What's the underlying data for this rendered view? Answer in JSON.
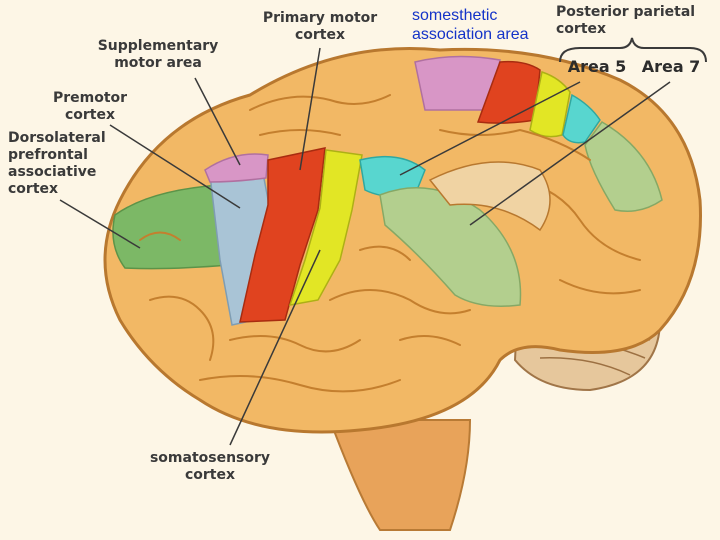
{
  "labels": {
    "primary_motor": "Primary motor\ncortex",
    "somesthetic": "somesthetic\nassociation area",
    "posterior_parietal": "Posterior parietal\ncortex",
    "supplementary": "Supplementary\nmotor area",
    "premotor": "Premotor\ncortex",
    "dorsolateral": "Dorsolateral\nprefrontal\nassociative\ncortex",
    "area5": "Area 5",
    "area7": "Area 7",
    "somatosensory": "somatosensory\ncortex"
  },
  "colors": {
    "brain": "#f2b865",
    "gyrus_line": "#c47f2e",
    "prefrontal": "#7cb866",
    "premotor": "#a9c4d6",
    "supplementary": "#d896c6",
    "primary_motor": "#e0431f",
    "somatosensory": "#e2e625",
    "somesthetic": "#58d6cf",
    "posterior_parietal": "#b3cf8e",
    "cerebellum": "#e6c79c",
    "label_blue": "#1433c8"
  }
}
